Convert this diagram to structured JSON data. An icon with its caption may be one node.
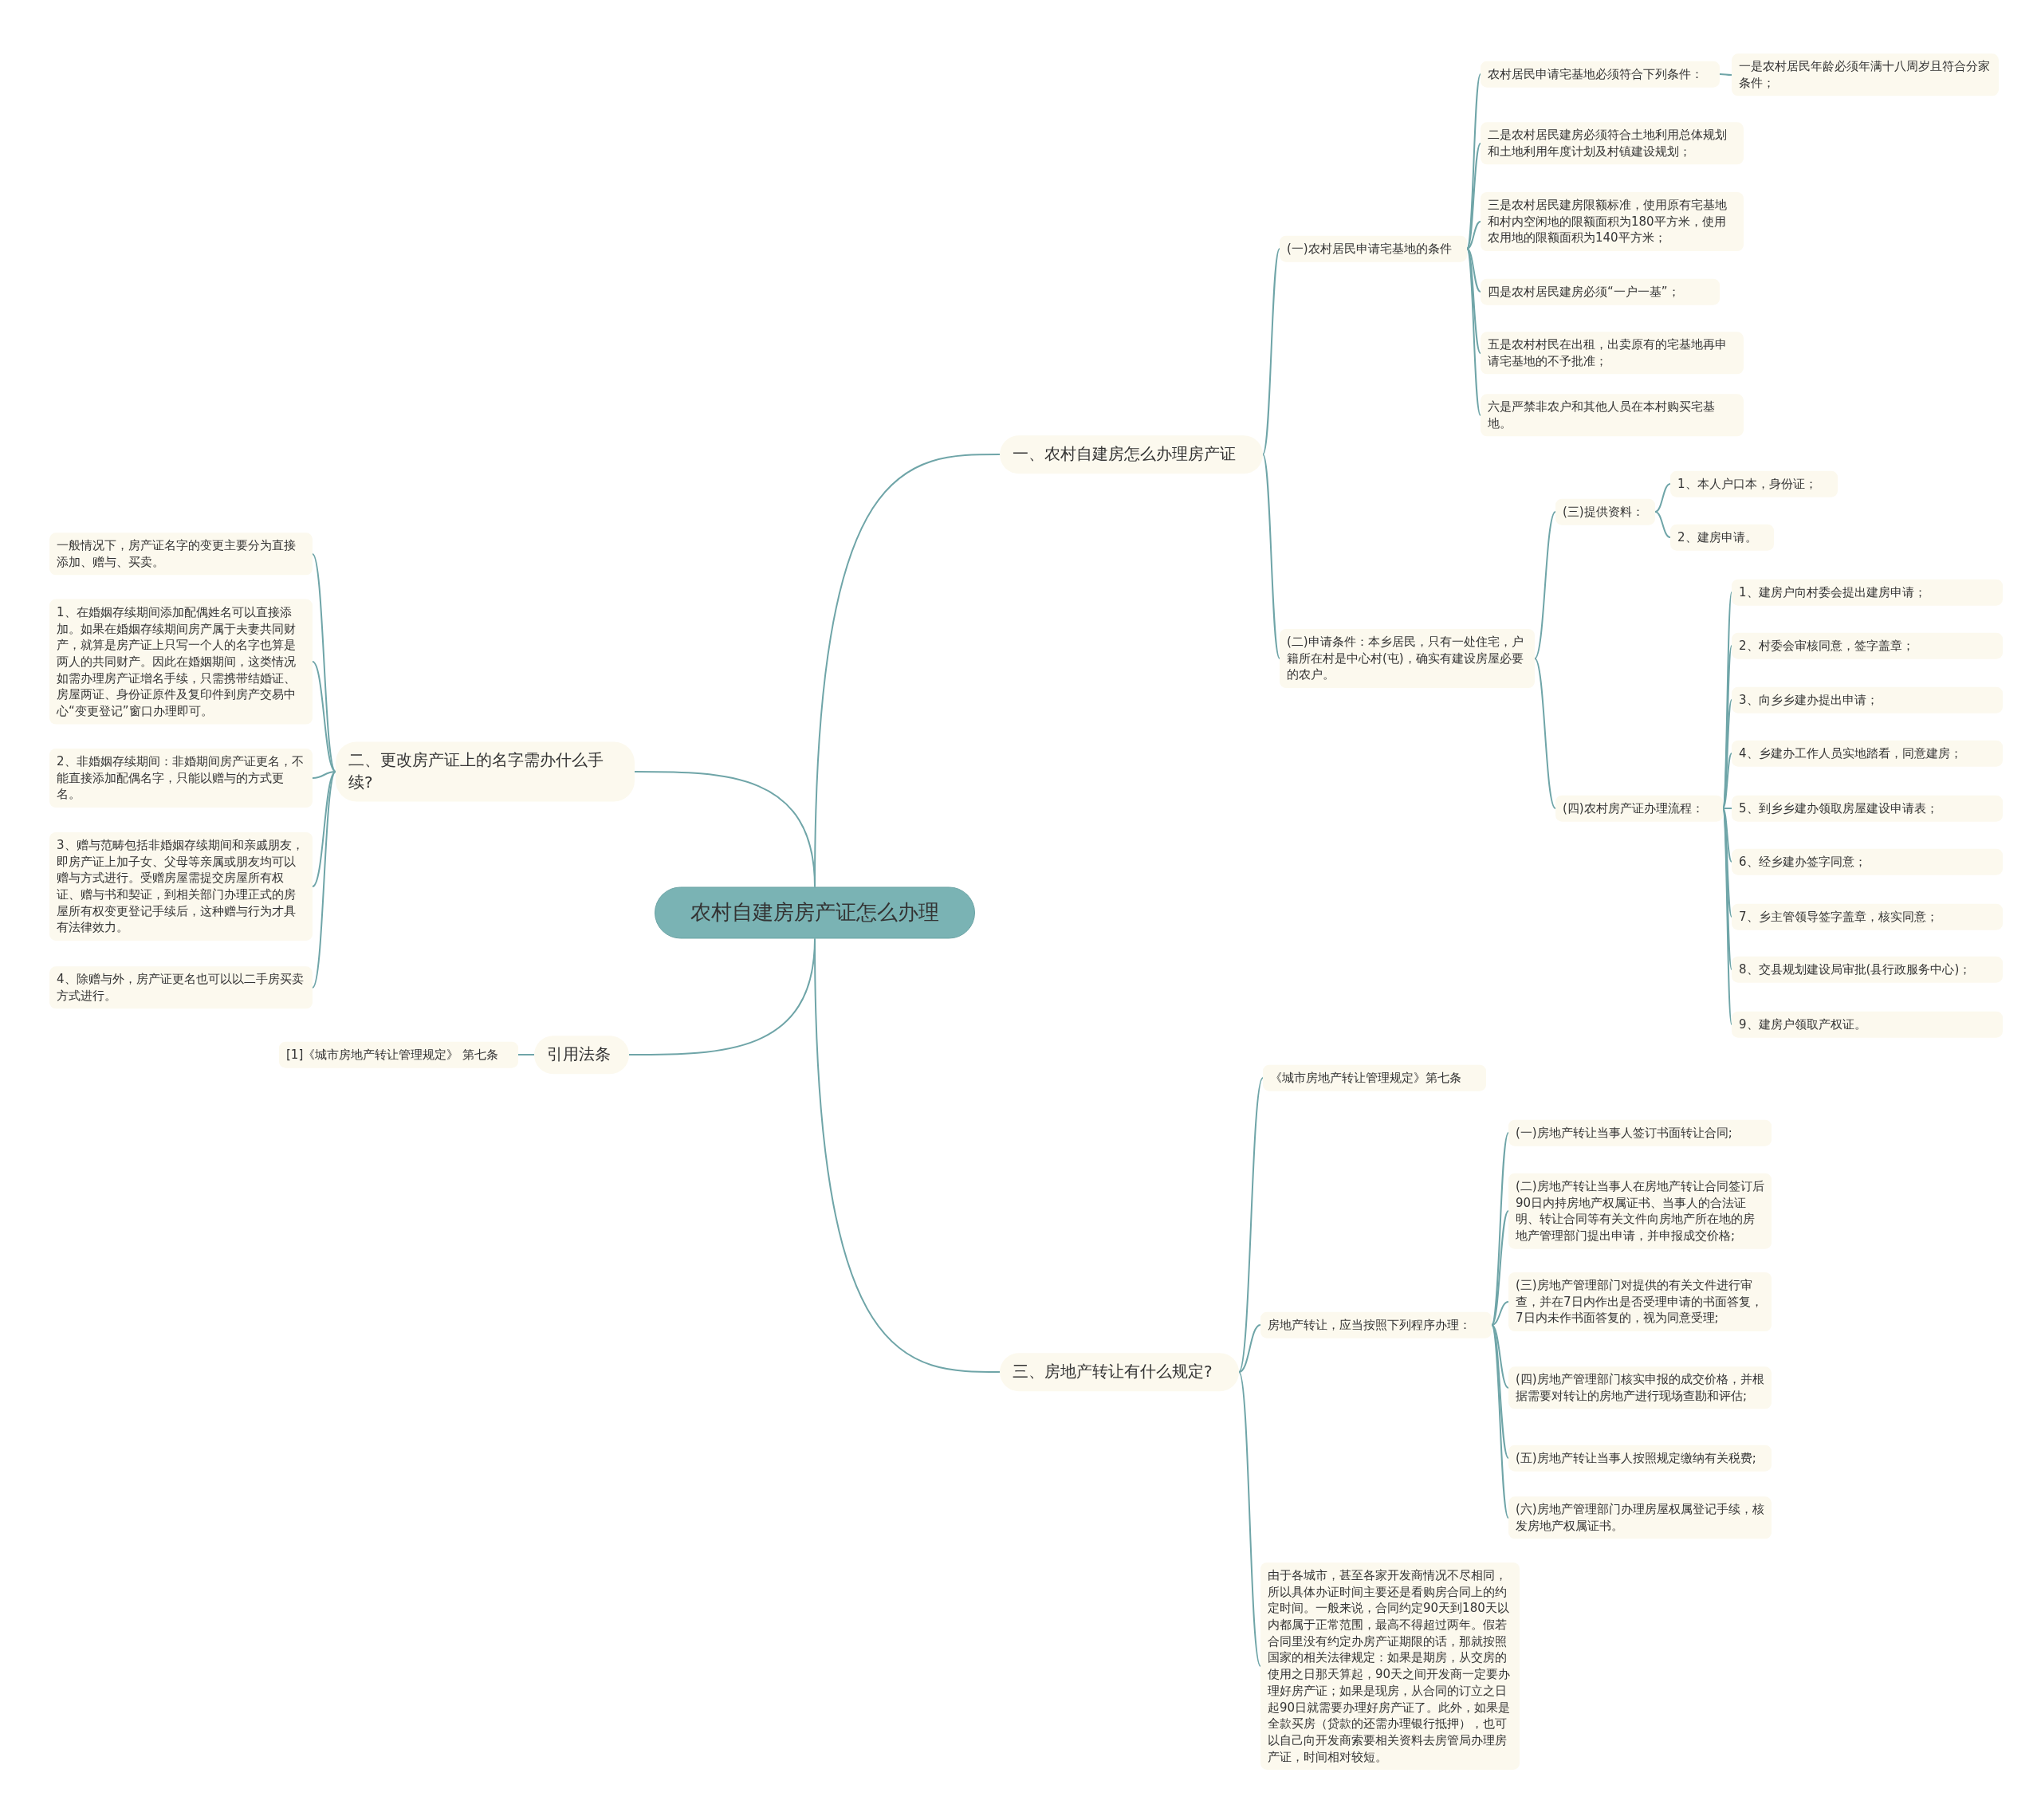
{
  "diagram": {
    "nodes": [
      {
        "text": [
          "农村自建房房产证怎么办理"
        ]
      },
      {
        "text": [
          "一、农村自建房怎么办理房产证"
        ]
      },
      {
        "text": [
          "(一)农村居民申请宅基地的条件"
        ]
      },
      {
        "text": [
          "农村居民申请宅基地必须符合下列条件："
        ]
      },
      {
        "text": [
          "一是农村居民年龄必须年满十八周岁且符合分家条件；"
        ]
      },
      {
        "text": [
          "二是农村居民建房必须符合土地利用总体规划和土地利用年度计划及村镇建设规划；"
        ]
      },
      {
        "text": [
          "三是农村居民建房限额标准，使用原有宅基地和村内空闲地的限额面积为180平方米，使用农用地的限额面积为140平方米；"
        ]
      },
      {
        "text": [
          "四是农村居民建房必须“一户一基”；"
        ]
      },
      {
        "text": [
          "五是农村村民在出租，出卖原有的宅基地再申请宅基地的不予批准；"
        ]
      },
      {
        "text": [
          "六是严禁非农户和其他人员在本村购买宅基地。"
        ]
      },
      {
        "text": [
          "(二)申请条件：本乡居民，只有一处住宅，户籍所在村是中心村(屯)，确实有建设房屋必要的农户。"
        ]
      },
      {
        "text": [
          "(三)提供资料："
        ]
      },
      {
        "text": [
          "1、本人户口本，身份证；"
        ]
      },
      {
        "text": [
          "2、建房申请。"
        ]
      },
      {
        "text": [
          "(四)农村房产证办理流程："
        ]
      },
      {
        "text": [
          "1、建房户向村委会提出建房申请；"
        ]
      },
      {
        "text": [
          "2、村委会审核同意，签字盖章；"
        ]
      },
      {
        "text": [
          "3、向乡乡建办提出申请；"
        ]
      },
      {
        "text": [
          "4、乡建办工作人员实地踏看，同意建房；"
        ]
      },
      {
        "text": [
          "5、到乡乡建办领取房屋建设申请表；"
        ]
      },
      {
        "text": [
          "6、经乡建办签字同意；"
        ]
      },
      {
        "text": [
          "7、乡主管领导签字盖章，核实同意；"
        ]
      },
      {
        "text": [
          "8、交县规划建设局审批(县行政服务中心)；"
        ]
      },
      {
        "text": [
          "9、建房户领取产权证。"
        ]
      },
      {
        "text": [
          "二、更改房产证上的名字需办什么手续?"
        ]
      },
      {
        "text": [
          "一般情况下，房产证名字的变更主要分为直接添加、赠与、买卖。"
        ]
      },
      {
        "text": [
          "1、在婚姻存续期间添加配偶姓名可以直接添加。如果在婚姻存续期间房产属于夫妻共同财产，就算是房产证上只写一个人的名字也算是两人的共同财产。因此在婚姻期间，这类情况如需办理房产证增名手续，只需携带结婚证、房屋两证、身份证原件及复印件到房产交易中心“变更登记”窗口办理即可。"
        ]
      },
      {
        "text": [
          "2、非婚姻存续期间：非婚期间房产证更名，不能直接添加配偶名字，只能以赠与的方式更名。"
        ]
      },
      {
        "text": [
          "3、赠与范畴包括非婚姻存续期间和亲戚朋友，即房产证上加子女、父母等亲属或朋友均可以赠与方式进行。受赠房屋需提交房屋所有权证、赠与书和契证，到相关部门办理正式的房屋所有权变更登记手续后，这种赠与行为才具有法律效力。"
        ]
      },
      {
        "text": [
          "4、除赠与外，房产证更名也可以以二手房买卖方式进行。"
        ]
      },
      {
        "text": [
          "引用法条"
        ]
      },
      {
        "text": [
          "[1]《城市房地产转让管理规定》 第七条"
        ]
      },
      {
        "text": [
          "三、房地产转让有什么规定?"
        ]
      },
      {
        "text": [
          "《城市房地产转让管理规定》第七条"
        ]
      },
      {
        "text": [
          "房地产转让，应当按照下列程序办理："
        ]
      },
      {
        "text": [
          "(一)房地产转让当事人签订书面转让合同;"
        ]
      },
      {
        "text": [
          "(二)房地产转让当事人在房地产转让合同签订后90日内持房地产权属证书、当事人的合法证明、转让合同等有关文件向房地产所在地的房地产管理部门提出申请，并申报成交价格;"
        ]
      },
      {
        "text": [
          "(三)房地产管理部门对提供的有关文件进行审查，并在7日内作出是否受理申请的书面答复，7日内未作书面答复的，视为同意受理;"
        ]
      },
      {
        "text": [
          "(四)房地产管理部门核实申报的成交价格，并根据需要对转让的房地产进行现场查勘和评估;"
        ]
      },
      {
        "text": [
          "(五)房地产转让当事人按照规定缴纳有关税费;"
        ]
      },
      {
        "text": [
          "(六)房地产管理部门办理房屋权属登记手续，核发房地产权属证书。"
        ]
      },
      {
        "text": [
          "由于各城市，甚至各家开发商情况不尽相同，所以具体办证时间主要还是看购房合同上的约定时间。一般来说，合同约定90天到180天以内都属于正常范围，最高不得超过两年。假若合同里没有约定办房产证期限的话，那就按照国家的相关法律规定：如果是期房，从交房的使用之日那天算起，90天之间开发商一定要办理好房产证；如果是现房，从合同的订立之日起90日就需要办理好房产证了。此外，如果是全款买房（贷款的还需办理银行抵押），也可以自己向开发商索要相关资料去房管局办理房产证，时间相对较短。"
        ]
      }
    ],
    "edges": [
      {
        "from": 0,
        "to": 1,
        "arrow": "none"
      },
      {
        "from": 1,
        "to": 2,
        "arrow": "none"
      },
      {
        "from": 2,
        "to": 3,
        "arrow": "none"
      },
      {
        "from": 3,
        "to": 4,
        "arrow": "none"
      },
      {
        "from": 2,
        "to": 5,
        "arrow": "none"
      },
      {
        "from": 2,
        "to": 6,
        "arrow": "none"
      },
      {
        "from": 2,
        "to": 7,
        "arrow": "none"
      },
      {
        "from": 2,
        "to": 8,
        "arrow": "none"
      },
      {
        "from": 2,
        "to": 9,
        "arrow": "none"
      },
      {
        "from": 1,
        "to": 10,
        "arrow": "none"
      },
      {
        "from": 10,
        "to": 11,
        "arrow": "none"
      },
      {
        "from": 11,
        "to": 12,
        "arrow": "none"
      },
      {
        "from": 11,
        "to": 13,
        "arrow": "none"
      },
      {
        "from": 10,
        "to": 14,
        "arrow": "none"
      },
      {
        "from": 14,
        "to": 15,
        "arrow": "none"
      },
      {
        "from": 14,
        "to": 16,
        "arrow": "none"
      },
      {
        "from": 14,
        "to": 17,
        "arrow": "none"
      },
      {
        "from": 14,
        "to": 18,
        "arrow": "none"
      },
      {
        "from": 14,
        "to": 19,
        "arrow": "none"
      },
      {
        "from": 14,
        "to": 20,
        "arrow": "none"
      },
      {
        "from": 14,
        "to": 21,
        "arrow": "none"
      },
      {
        "from": 14,
        "to": 22,
        "arrow": "none"
      },
      {
        "from": 14,
        "to": 23,
        "arrow": "none"
      },
      {
        "from": 0,
        "to": 24,
        "arrow": "none"
      },
      {
        "from": 24,
        "to": 25,
        "arrow": "none"
      },
      {
        "from": 24,
        "to": 26,
        "arrow": "none"
      },
      {
        "from": 24,
        "to": 27,
        "arrow": "none"
      },
      {
        "from": 24,
        "to": 28,
        "arrow": "none"
      },
      {
        "from": 24,
        "to": 29,
        "arrow": "none"
      },
      {
        "from": 0,
        "to": 30,
        "arrow": "none"
      },
      {
        "from": 30,
        "to": 31,
        "arrow": "none"
      },
      {
        "from": 0,
        "to": 32,
        "arrow": "none"
      },
      {
        "from": 32,
        "to": 33,
        "arrow": "none"
      },
      {
        "from": 32,
        "to": 34,
        "arrow": "none"
      },
      {
        "from": 34,
        "to": 35,
        "arrow": "none"
      },
      {
        "from": 34,
        "to": 36,
        "arrow": "none"
      },
      {
        "from": 34,
        "to": 37,
        "arrow": "none"
      },
      {
        "from": 34,
        "to": 38,
        "arrow": "none"
      },
      {
        "from": 34,
        "to": 39,
        "arrow": "none"
      },
      {
        "from": 34,
        "to": 40,
        "arrow": "none"
      },
      {
        "from": 32,
        "to": 41,
        "arrow": "none"
      }
    ]
  }
}
